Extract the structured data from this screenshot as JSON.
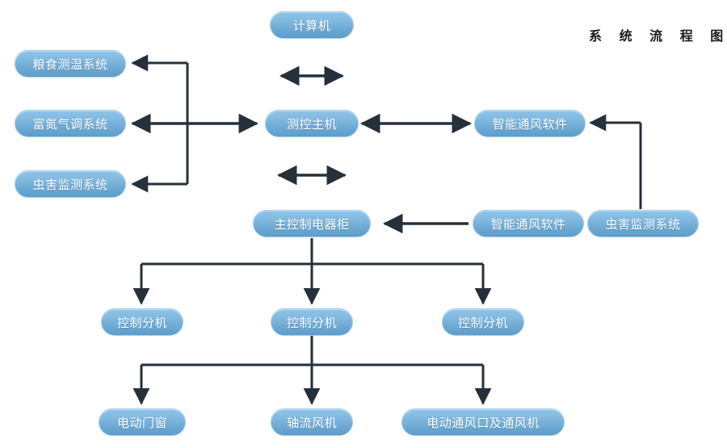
{
  "diagram": {
    "title": "系 统 流 程 图",
    "title_plain": "系统流程图",
    "type": "flowchart",
    "background_color": "#ffffff",
    "node_fill_top": "#8fc4e8",
    "node_fill_bottom": "#5f9cc9",
    "node_text_color": "#ffffff",
    "connector_color": "#26303a",
    "nodes": [
      {
        "id": "computer",
        "label": "计算机"
      },
      {
        "id": "grain-temp",
        "label": "粮食测温系统"
      },
      {
        "id": "nitrogen",
        "label": "富氮气调系统"
      },
      {
        "id": "pest-left",
        "label": "虫害监测系统"
      },
      {
        "id": "control-host",
        "label": "测控主机"
      },
      {
        "id": "vent-software-top",
        "label": "智能通风软件"
      },
      {
        "id": "main-cabinet",
        "label": "主控制电器柜"
      },
      {
        "id": "vent-software-mid",
        "label": "智能通风软件"
      },
      {
        "id": "pest-right",
        "label": "虫害监测系统"
      },
      {
        "id": "sub-control-1",
        "label": "控制分机"
      },
      {
        "id": "sub-control-2",
        "label": "控制分机"
      },
      {
        "id": "sub-control-3",
        "label": "控制分机"
      },
      {
        "id": "electric-doors",
        "label": "电动门窗"
      },
      {
        "id": "axial-fan",
        "label": "轴流风机"
      },
      {
        "id": "electric-vents",
        "label": "电动通风口及通风机"
      }
    ]
  }
}
